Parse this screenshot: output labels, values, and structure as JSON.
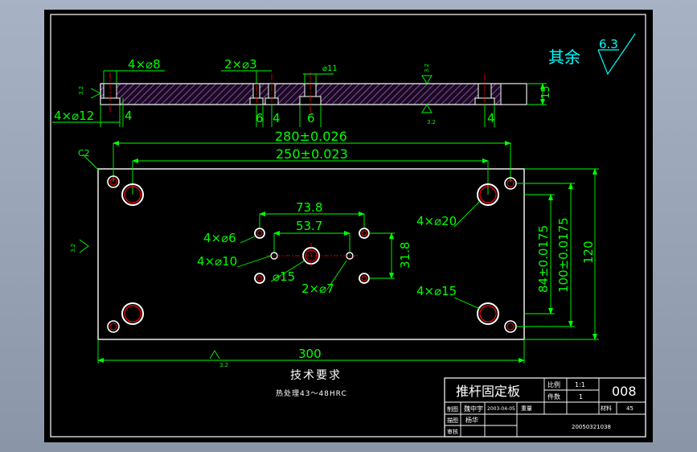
{
  "colors": {
    "background": "#000000",
    "viewport": "#9aa6b7",
    "outline": "#ffffff",
    "dimension": "#00ff00",
    "hole_center": "#ff0000",
    "hatch": "#8a2be2",
    "section_fill": "#b86bb8",
    "roughness_text": "#00ffff",
    "title_text": "#ffffff"
  },
  "surface_note": {
    "label": "其余",
    "roughness": "6.3"
  },
  "section_view": {
    "dims": {
      "d_4x8": "4×⌀8",
      "d_2x3": "2×⌀3",
      "d_11": "⌀11",
      "d_4x12": "4×⌀12",
      "d_4_a": "4",
      "d_4_b": "4",
      "d_6_a": "6",
      "d_4_c": "4",
      "d_6_b": "6",
      "d_4_d": "4",
      "d_15": "15"
    },
    "roughness": {
      "r_left": "3.2",
      "r_top": "3.2",
      "r_bottom": "3.2"
    }
  },
  "plan_view": {
    "dims": {
      "len_280": "280±0.026",
      "len_250": "250±0.023",
      "len_738": "73.8",
      "len_537": "53.7",
      "h_318": "31.8",
      "h_84": "84±0.0175",
      "h_100": "100±0.0175",
      "h_120": "120",
      "w_300": "300",
      "chamfer": "C2",
      "d_4x6": "4×⌀6",
      "d_4x10": "4×⌀10",
      "d_15": "⌀15",
      "d_2x7": "2×⌀7",
      "d_4x20": "4×⌀20",
      "d_4x15": "4×⌀15"
    },
    "roughness": {
      "r_left": "3.2",
      "r_bottom": "3.2"
    }
  },
  "tech_requirements": {
    "heading": "技术要求",
    "line1": "热处理43～48HRC"
  },
  "title_block": {
    "part_name": "推杆固定板",
    "scale_label": "比例",
    "scale_value": "1:1",
    "qty_label": "件数",
    "qty_value": "1",
    "drawing_no": "008",
    "drawn_label": "制图",
    "drawn_name": "魏中宇",
    "drawn_date": "2003-04-05",
    "weight_label": "重量",
    "material_label": "材料",
    "material_value": "45",
    "design_label": "描图",
    "design_name": "杨华",
    "check_label": "审核",
    "code": "20050321038"
  }
}
